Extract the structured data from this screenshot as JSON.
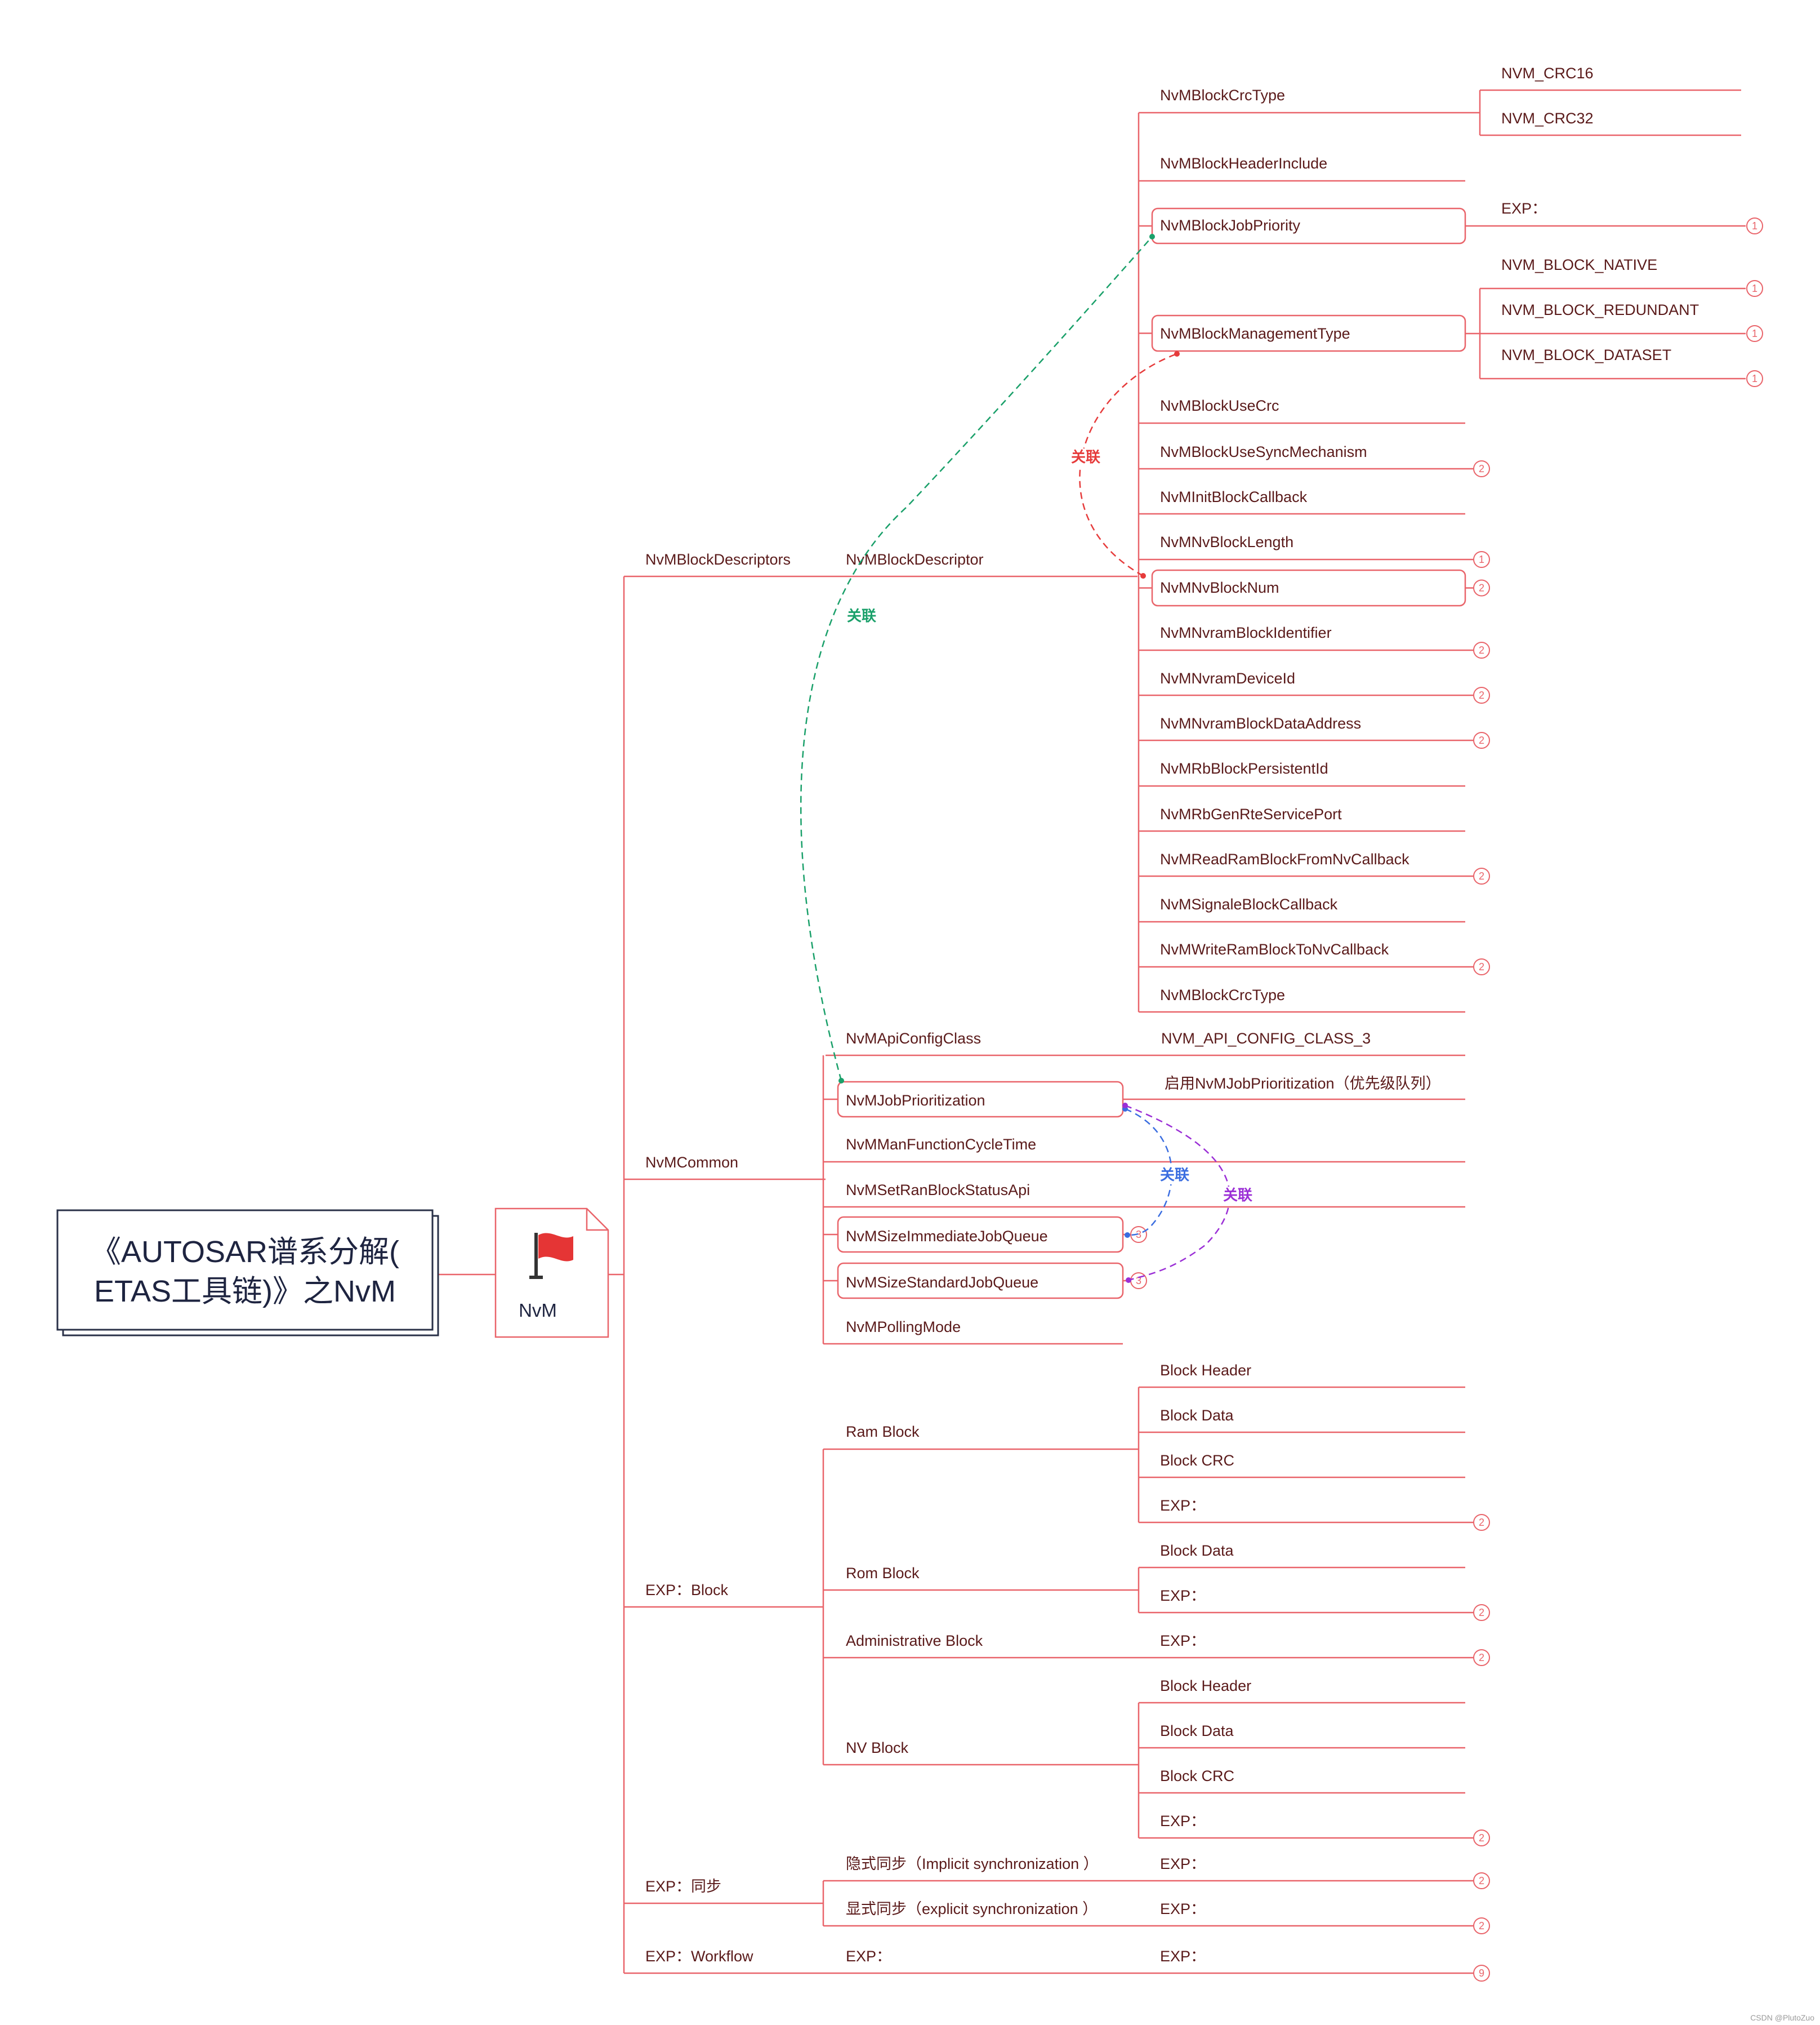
{
  "root": {
    "title_line1": "《AUTOSAR谱系分解(",
    "title_line2": "ETAS工具链)》之NvM",
    "node": "NvM",
    "node_icon": "flag-icon"
  },
  "branches": {
    "descriptors": {
      "label": "NvMBlockDescriptors",
      "child": "NvMBlockDescriptor",
      "params": [
        {
          "label": "NvMBlockCrcType",
          "subs": [
            "NVM_CRC16",
            "NVM_CRC32"
          ]
        },
        {
          "label": "NvMBlockHeaderInclude"
        },
        {
          "label": "NvMBlockJobPriority",
          "boxed": true,
          "subs": [
            "EXP："
          ],
          "sub_badges": [
            "1"
          ]
        },
        {
          "label": "NvMBlockManagementType",
          "boxed": true,
          "subs": [
            "NVM_BLOCK_NATIVE",
            "NVM_BLOCK_REDUNDANT",
            "NVM_BLOCK_DATASET"
          ],
          "sub_badges": [
            "1",
            "1",
            "1"
          ]
        },
        {
          "label": "NvMBlockUseCrc"
        },
        {
          "label": "NvMBlockUseSyncMechanism",
          "badge": "2"
        },
        {
          "label": "NvMInitBlockCallback"
        },
        {
          "label": "NvMNvBlockLength",
          "badge": "1"
        },
        {
          "label": "NvMNvBlockNum",
          "boxed": true,
          "badge": "2"
        },
        {
          "label": "NvMNvramBlockIdentifier",
          "badge": "2"
        },
        {
          "label": "NvMNvramDeviceId",
          "badge": "2"
        },
        {
          "label": "NvMNvramBlockDataAddress",
          "badge": "2"
        },
        {
          "label": "NvMRbBlockPersistentId"
        },
        {
          "label": "NvMRbGenRteServicePort"
        },
        {
          "label": "NvMReadRamBlockFromNvCallback",
          "badge": "2"
        },
        {
          "label": "NvMSignaleBlockCallback"
        },
        {
          "label": "NvMWriteRamBlockToNvCallback",
          "badge": "2"
        },
        {
          "label": "NvMBlockCrcType"
        }
      ]
    },
    "common": {
      "label": "NvMCommon",
      "items": [
        {
          "label": "NvMApiConfigClass",
          "sub": "NVM_API_CONFIG_CLASS_3"
        },
        {
          "label": "NvMJobPrioritization",
          "boxed": true,
          "sub": "启用NvMJobPrioritization（优先级队列）"
        },
        {
          "label": "NvMManFunctionCycleTime"
        },
        {
          "label": "NvMSetRanBlockStatusApi"
        },
        {
          "label": "NvMSizeImmediateJobQueue",
          "boxed": true,
          "badge": "3"
        },
        {
          "label": "NvMSizeStandardJobQueue",
          "boxed": true,
          "badge": "3"
        },
        {
          "label": "NvMPollingMode"
        }
      ]
    },
    "block": {
      "label": "EXP：Block",
      "items": [
        {
          "label": "Ram Block",
          "subs": [
            "Block Header",
            "Block Data",
            "Block CRC",
            "EXP："
          ],
          "sub_badges": [
            "",
            "",
            "",
            "2"
          ]
        },
        {
          "label": "Rom Block",
          "subs": [
            "Block Data",
            "EXP："
          ],
          "sub_badges": [
            "",
            "2"
          ]
        },
        {
          "label": "Administrative Block",
          "subs": [
            "EXP："
          ],
          "sub_badges": [
            "2"
          ]
        },
        {
          "label": "NV Block",
          "subs": [
            "Block Header",
            "Block Data",
            "Block CRC",
            "EXP："
          ],
          "sub_badges": [
            "",
            "",
            "",
            "2"
          ]
        }
      ]
    },
    "sync": {
      "label": "EXP：同步",
      "items": [
        {
          "label": "隐式同步（Implicit synchronization ）",
          "sub": "EXP：",
          "badge": "2"
        },
        {
          "label": "显式同步（explicit synchronization ）",
          "sub": "EXP：",
          "badge": "2"
        }
      ]
    },
    "workflow": {
      "label": "EXP：Workflow",
      "child": "EXP：",
      "sub": "EXP：",
      "badge": "9"
    }
  },
  "relations": [
    {
      "label": "关联",
      "color": "#1aa06a",
      "from": "NvMJobPrioritization",
      "to": "NvMBlockJobPriority"
    },
    {
      "label": "关联",
      "color": "#e63b3b",
      "from": "NvMNvBlockNum",
      "to": "NvMBlockManagementType"
    },
    {
      "label": "关联",
      "color": "#3a6de0",
      "from": "NvMJobPrioritization",
      "to": "NvMSizeImmediateJobQueue"
    },
    {
      "label": "关联",
      "color": "#9b2fd6",
      "from": "NvMJobPrioritization",
      "to": "NvMSizeStandardJobQueue"
    }
  ],
  "colors": {
    "line": "#e9646a",
    "text": "#5a1a1a",
    "title_border": "#2a3148"
  },
  "watermark": "CSDN @PlutoZuo"
}
